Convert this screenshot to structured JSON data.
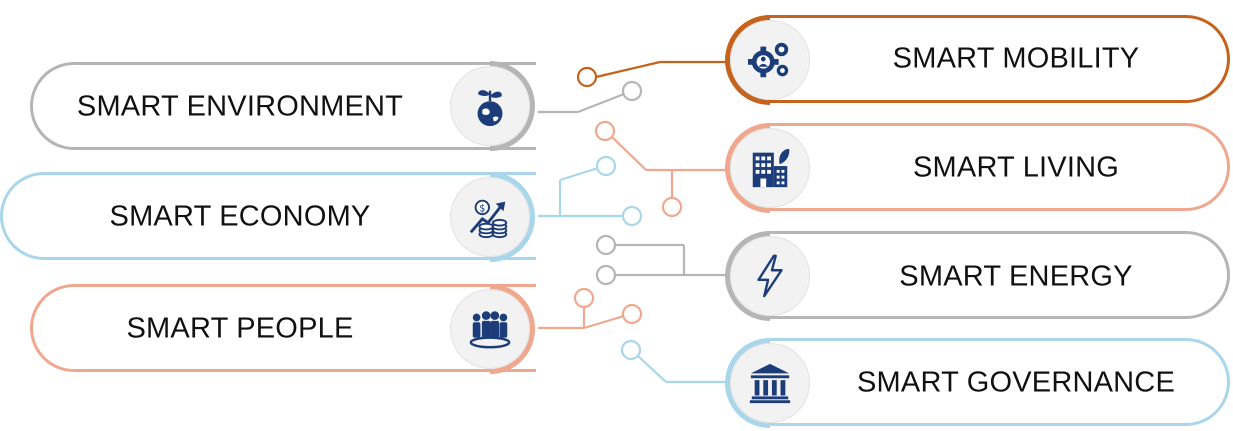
{
  "left_items": [
    {
      "label": "SMART ENVIRONMENT",
      "icon": "plant-globe-icon",
      "color": "#b5b5b5"
    },
    {
      "label": "SMART ECONOMY",
      "icon": "coins-growth-icon",
      "color": "#a9d6ea"
    },
    {
      "label": "SMART PEOPLE",
      "icon": "people-group-icon",
      "color": "#efa88e"
    }
  ],
  "right_items": [
    {
      "label": "SMART MOBILITY",
      "icon": "gears-person-icon",
      "color": "#c5621b"
    },
    {
      "label": "SMART LIVING",
      "icon": "building-leaf-icon",
      "color": "#efa88e"
    },
    {
      "label": "SMART ENERGY",
      "icon": "lightning-icon",
      "color": "#b5b5b5"
    },
    {
      "label": "SMART GOVERNANCE",
      "icon": "bank-building-icon",
      "color": "#a9d6ea"
    }
  ],
  "icon_color": "#1d3d7a"
}
